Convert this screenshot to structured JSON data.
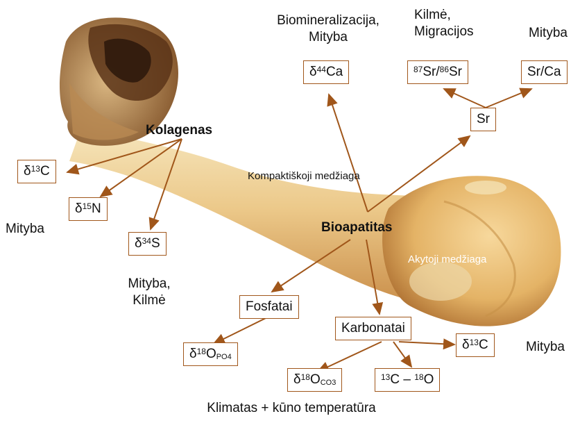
{
  "colors": {
    "arrow": "#a0561a",
    "bone_light": "#f3dfae",
    "bone_mid": "#e3b86c",
    "bone_dark": "#8a5526"
  },
  "icons": {
    "bone": "bone-illustration"
  },
  "labels": {
    "kolagenas": "Kolagenas",
    "bioapatitas": "Bioapatitas",
    "kompaktiskoji": "Kompaktiškoji medžiaga",
    "akytoji": "Akytoji medžiaga",
    "biomin_line1": "Biomineralizacija,",
    "biomin_line2": "Mityba",
    "kilme_line1": "Kilmė,",
    "kilme_line2": "Migracijos",
    "mityba_top_right": "Mityba",
    "mityba_left": "Mityba",
    "mityba_kilme_line1": "Mityba,",
    "mityba_kilme_line2": "Kilmė",
    "mityba_right": "Mityba",
    "klimatas": "Klimatas + kūno temperatūra"
  },
  "boxes": {
    "ca": {
      "pre": "δ",
      "sup": "44",
      "main": "Ca"
    },
    "sr_ratio": {
      "sup1": "87",
      "mid": "Sr/",
      "sup2": "86",
      "main": "Sr"
    },
    "srca": {
      "main": "Sr/Ca"
    },
    "sr": {
      "main": "Sr"
    },
    "c13_coll": {
      "pre": "δ",
      "sup": "13",
      "main": "C"
    },
    "n15": {
      "pre": "δ",
      "sup": "15",
      "main": "N"
    },
    "s34": {
      "pre": "δ",
      "sup": "34",
      "main": "S"
    },
    "fosfatai": {
      "main": "Fosfatai"
    },
    "karbonatai": {
      "main": "Karbonatai"
    },
    "o18po4": {
      "pre": "δ",
      "sup": "18",
      "main": "O",
      "sub": "PO4"
    },
    "c13_carb": {
      "pre": "δ",
      "sup": "13",
      "main": "C"
    },
    "o18co3": {
      "pre": "δ",
      "sup": "18",
      "main": "O",
      "sub": "CO3"
    },
    "c13_o18": {
      "sup1": "13",
      "mid": "C – ",
      "sup2": "18",
      "main": "O"
    }
  }
}
